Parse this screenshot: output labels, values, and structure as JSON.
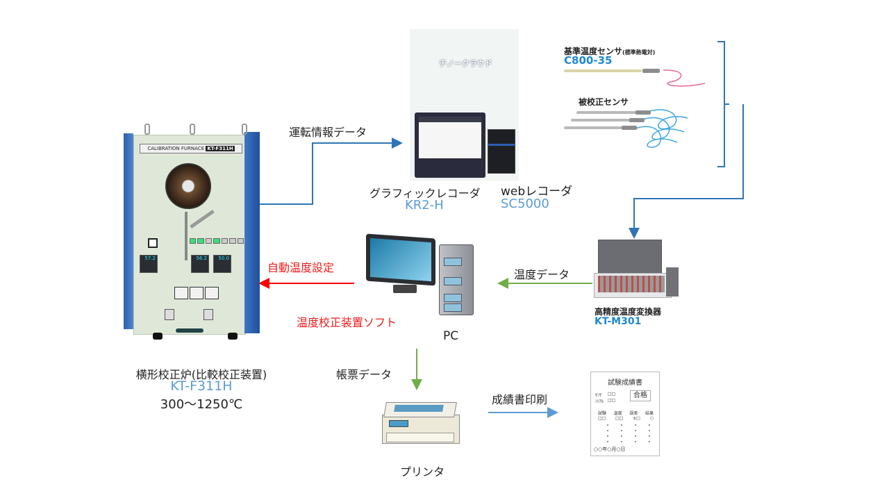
{
  "furnace": {
    "plate_text": "CALIBRATION FURNACE",
    "plate_model": "KT-F311H",
    "caption": "横形校正炉(比較校正装置)",
    "model": "KT-F311H",
    "range": "300～1250℃",
    "display_values": [
      "57.2",
      "56.2",
      "50.0"
    ]
  },
  "cloud": {
    "label": "チノークラウド"
  },
  "graphic_recorder": {
    "label": "グラフィックレコーダ",
    "model": "KR2-H"
  },
  "web_recorder": {
    "label": "webレコーダ",
    "model": "SC5000"
  },
  "reference_sensor": {
    "label": "基準温度センサ",
    "sub": "(標準熱電対)",
    "model": "C800-35"
  },
  "test_sensor": {
    "label": "被校正センサ"
  },
  "converter": {
    "label": "高精度温度変換器",
    "model": "KT-M301"
  },
  "pc": {
    "label": "PC",
    "software": "温度校正装置ソフト"
  },
  "printer": {
    "label": "プリンタ"
  },
  "certificate": {
    "title": "試験成績書",
    "sensor_label": "ｾﾝｻ",
    "serial_label": "ｼﾘｱﾙ",
    "boxes": "□□",
    "pass": "合格",
    "columns": [
      "試験",
      "温度",
      "誤差",
      "結果"
    ],
    "values": [
      "□□",
      "□□",
      "±□",
      "○"
    ],
    "date": "○○年○月○日"
  },
  "flows": {
    "operation_data": "運転情報データ",
    "auto_temp_setting": "自動温度設定",
    "temp_data": "温度データ",
    "report_data": "帳票データ",
    "cert_print": "成績書印刷"
  },
  "colors": {
    "blue_line": "#2e75b6",
    "green_line": "#70ad47",
    "red_line": "#ff0000",
    "model_text": "#5b9bd5"
  }
}
